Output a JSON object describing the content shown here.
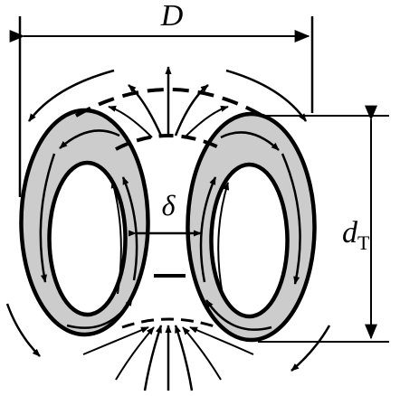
{
  "labels": {
    "diameter": "D",
    "gap": "δ",
    "ring_thickness_symbol": "d",
    "ring_thickness_subscript": "T"
  }
}
